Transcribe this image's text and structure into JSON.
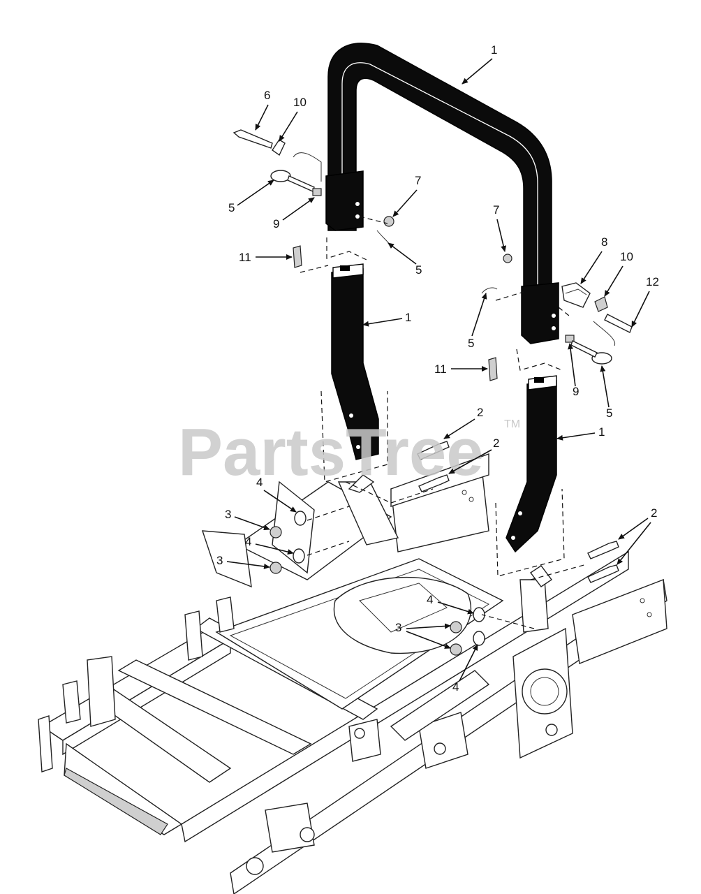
{
  "watermark": {
    "text": "PartsTree",
    "trademark": "TM"
  },
  "callouts": {
    "c1_top": "1",
    "c1_left": "1",
    "c1_right": "1",
    "c2_a": "2",
    "c2_b": "2",
    "c2_c": "2",
    "c3_a": "3",
    "c3_b": "3",
    "c3_c": "3",
    "c4_a": "4",
    "c4_b": "4",
    "c4_c": "4",
    "c4_d": "4",
    "c5_a": "5",
    "c5_b": "5",
    "c5_c": "5",
    "c5_d": "5",
    "c6": "6",
    "c7_a": "7",
    "c7_b": "7",
    "c8": "8",
    "c9_a": "9",
    "c9_b": "9",
    "c10_a": "10",
    "c10_b": "10",
    "c11_a": "11",
    "c11_b": "11",
    "c12": "12"
  }
}
